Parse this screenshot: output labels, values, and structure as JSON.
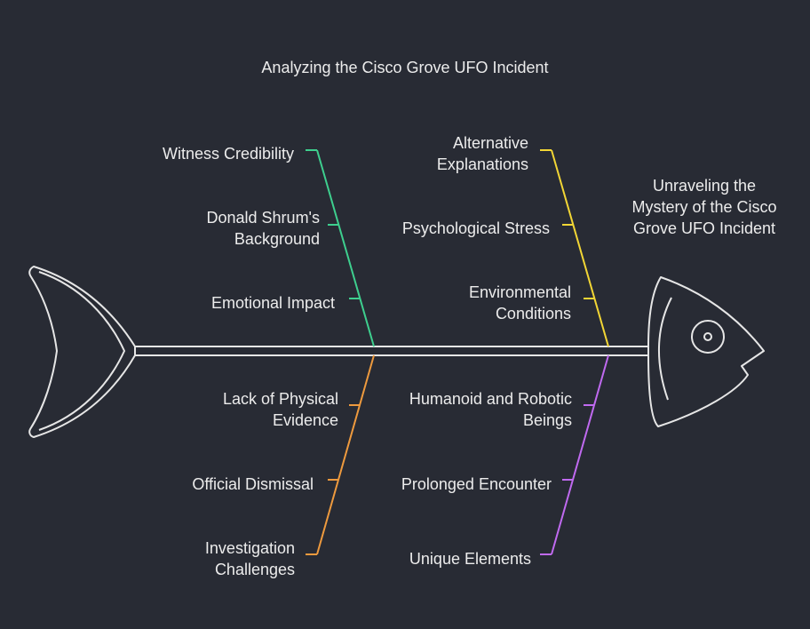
{
  "title": "Analyzing the Cisco Grove UFO Incident",
  "head_label": "Unraveling the Mystery of the Cisco Grove UFO Incident",
  "colors": {
    "background": "#282b34",
    "outline": "#e6e6e6",
    "green": "#3ecf8e",
    "yellow": "#f2d635",
    "orange": "#ee9a3e",
    "purple": "#c06af0"
  },
  "branches": {
    "top_left": {
      "color": "green",
      "causes": [
        "Witness Credibility",
        "Donald Shrum's Background",
        "Emotional Impact"
      ]
    },
    "top_right": {
      "color": "yellow",
      "causes": [
        "Alternative Explanations",
        "Psychological Stress",
        "Environmental Conditions"
      ]
    },
    "bottom_left": {
      "color": "orange",
      "causes": [
        "Lack of Physical Evidence",
        "Official Dismissal",
        "Investigation Challenges"
      ]
    },
    "bottom_right": {
      "color": "purple",
      "causes": [
        "Humanoid and Robotic Beings",
        "Prolonged Encounter",
        "Unique Elements"
      ]
    }
  }
}
